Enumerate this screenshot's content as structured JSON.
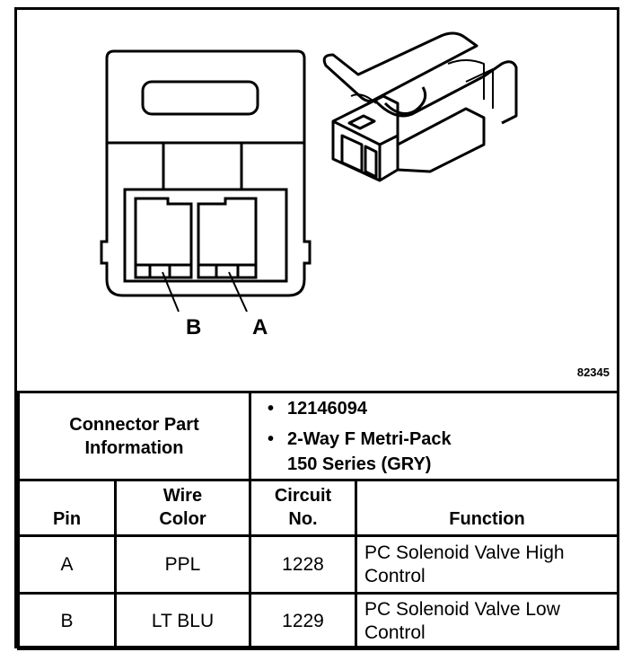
{
  "figure": {
    "id": "82345",
    "pin_labels": {
      "b": "B",
      "a": "A"
    }
  },
  "connector_info": {
    "label_line1": "Connector Part",
    "label_line2": "Information",
    "bullet1": "12146094",
    "bullet2_line1": "2-Way F Metri-Pack",
    "bullet2_line2": "150 Series (GRY)",
    "bullet_glyph": "•"
  },
  "table": {
    "headers": {
      "pin": "Pin",
      "wire_line1": "Wire",
      "wire_line2": "Color",
      "circuit_line1": "Circuit",
      "circuit_line2": "No.",
      "function": "Function"
    },
    "rows": [
      {
        "pin": "A",
        "wire_color": "PPL",
        "circuit": "1228",
        "function_line1": "PC Solenoid Valve High",
        "function_line2": "Control"
      },
      {
        "pin": "B",
        "wire_color": "LT BLU",
        "circuit": "1229",
        "function_line1": "PC Solenoid Valve Low",
        "function_line2": "Control"
      }
    ]
  }
}
